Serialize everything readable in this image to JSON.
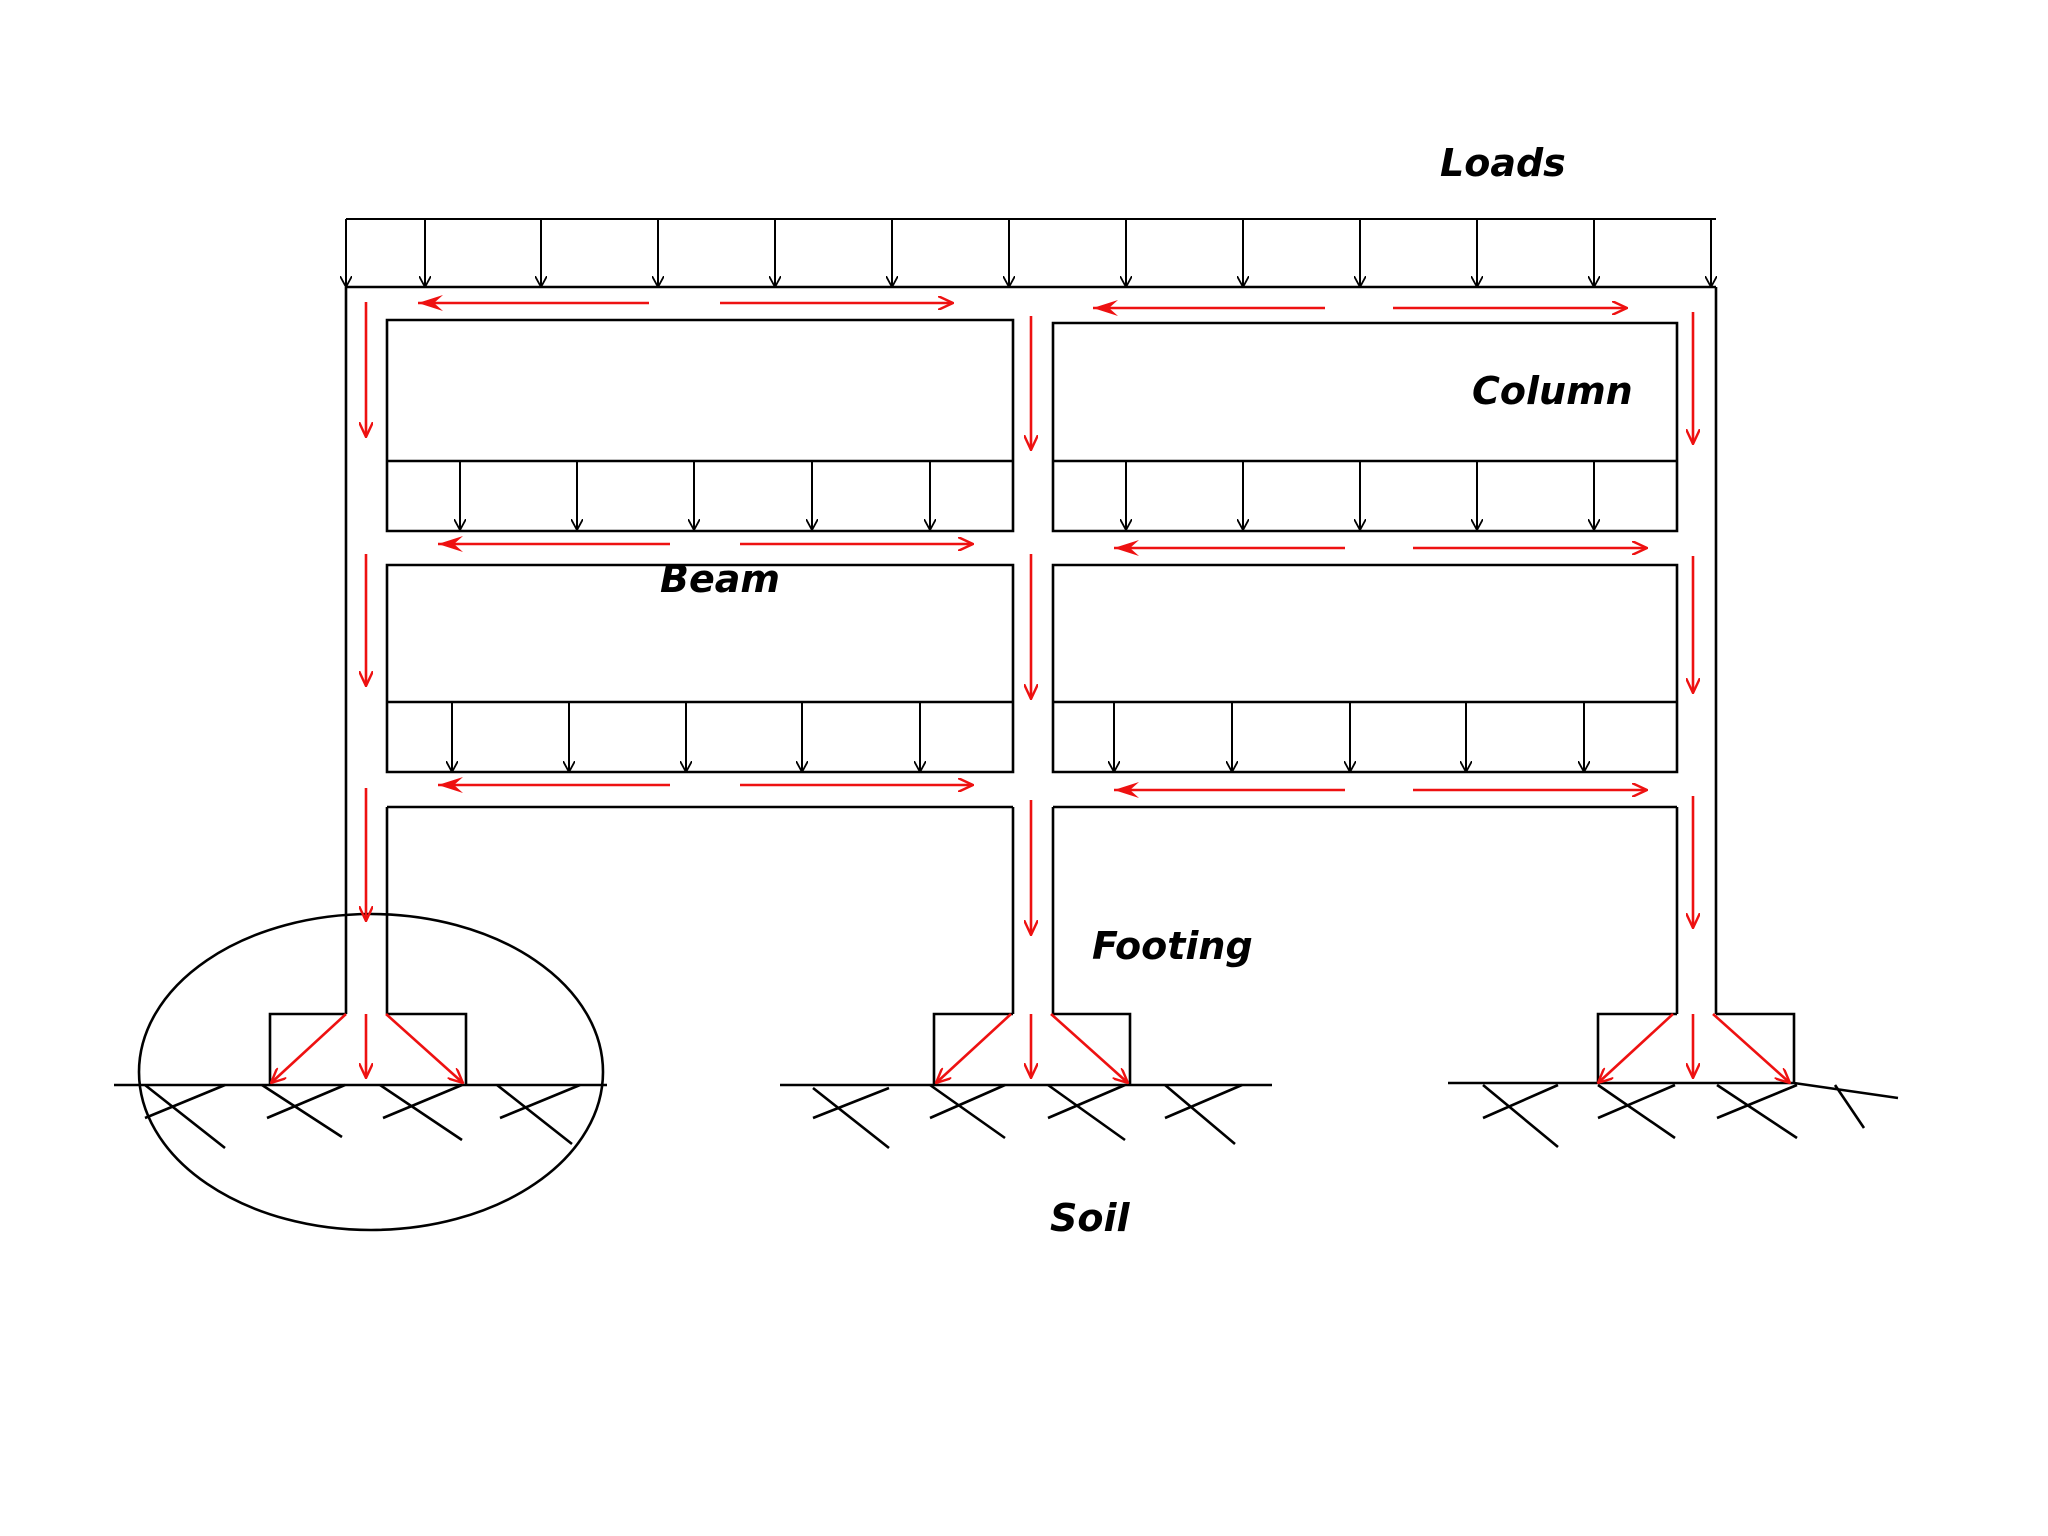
{
  "labels": {
    "loads": "Loads",
    "column": "Column",
    "beam": "Beam",
    "footing": "Footing",
    "soil": "Soil"
  },
  "colors": {
    "structure": "#000000",
    "load_flow": "#ee1111",
    "background": "#ffffff"
  }
}
